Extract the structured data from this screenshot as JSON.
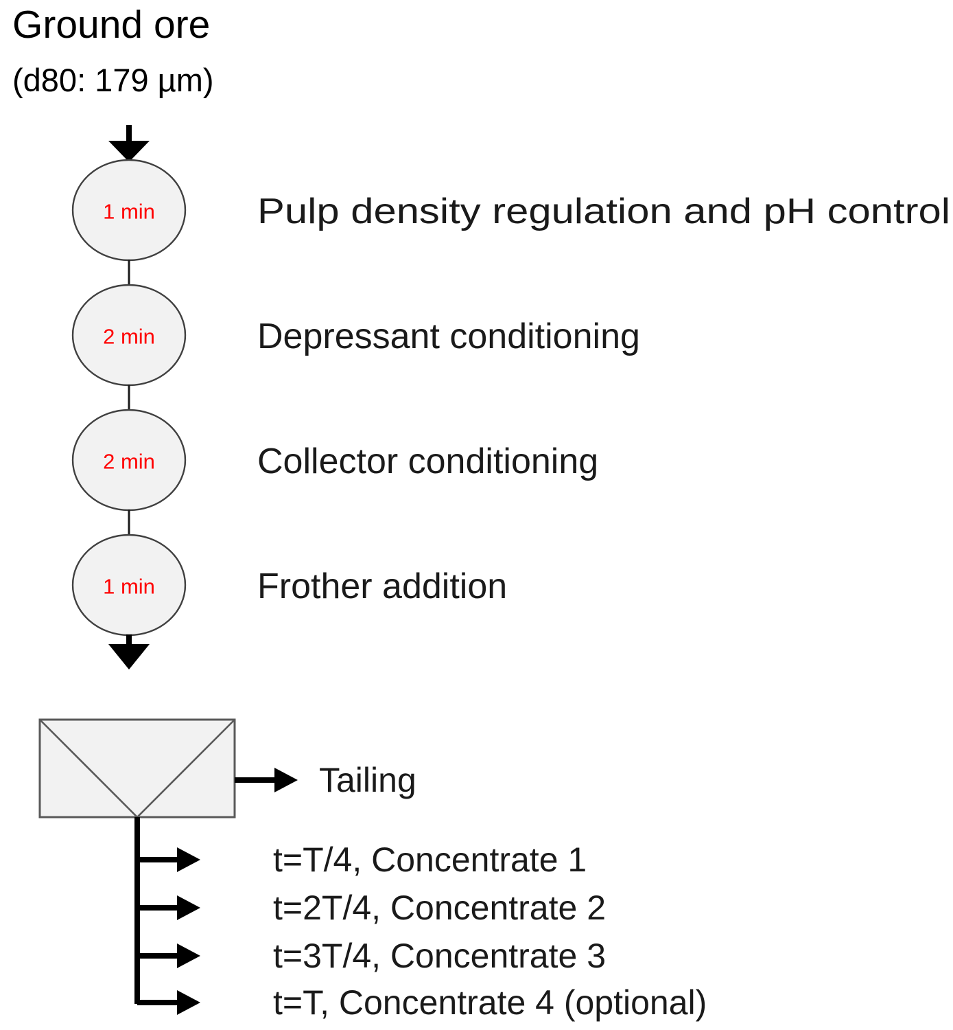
{
  "diagram": {
    "feed": {
      "title": "Ground ore",
      "subtitle": "(d80: 179 µm)"
    },
    "conditioning_steps": [
      {
        "time": "1 min",
        "label": "Pulp density regulation and pH control"
      },
      {
        "time": "2 min",
        "label": "Depressant conditioning"
      },
      {
        "time": "2 min",
        "label": "Collector conditioning"
      },
      {
        "time": "1 min",
        "label": "Frother addition"
      }
    ],
    "flotation_cell": {
      "name": "flotation-cell",
      "tailing_label": "Tailing"
    },
    "concentrates": [
      "t=T/4, Concentrate 1",
      "t=2T/4, Concentrate 2",
      "t=3T/4, Concentrate 3",
      "t=T, Concentrate 4 (optional)"
    ],
    "colors": {
      "node_fill": "#F2F2F2",
      "node_stroke": "#404040",
      "time_text": "#FF0000",
      "label_text": "#1a1a1a",
      "cell_fill": "#F2F2F2",
      "cell_stroke": "#595959",
      "arrow": "#000000",
      "background": "#FFFFFF"
    }
  }
}
